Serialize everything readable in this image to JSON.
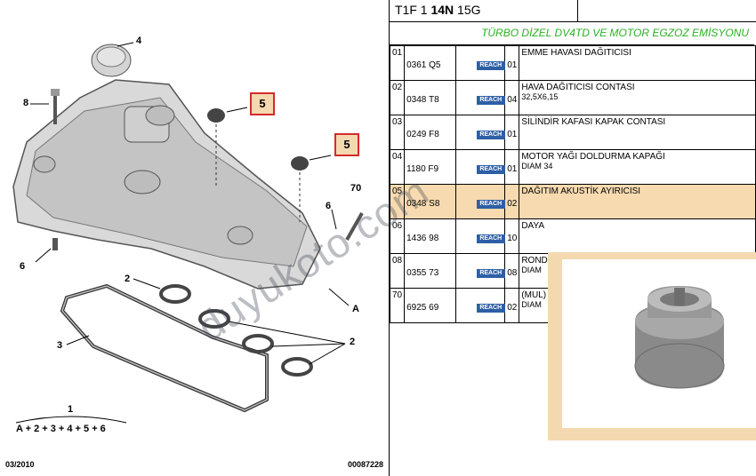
{
  "diagram": {
    "callouts": [
      "4",
      "8",
      "5",
      "5",
      "70",
      "6",
      "6",
      "2",
      "3",
      "A",
      "2"
    ],
    "assembly_formula_num": "1",
    "assembly_formula": "A + 2 + 3 + 4 + 5 + 6",
    "footer_date": "03/2010",
    "footer_ref": "00087228"
  },
  "header": {
    "code_prefix": "T1F 1 ",
    "code_bold": "14N",
    "code_suffix": " 15G"
  },
  "subtitle": "TÜRBO DİZEL DV4TD VE MOTOR EGZOZ EMİSYONU",
  "reach_label": "REACH",
  "parts": [
    {
      "no": "01",
      "ref": "0361 Q5",
      "qty": "01",
      "name": "EMME HAVASI DAĞITICISI",
      "spec": ""
    },
    {
      "no": "02",
      "ref": "0348 T8",
      "qty": "04",
      "name": "HAVA DAĞITICISI CONTASI",
      "spec": "32,5X6,15"
    },
    {
      "no": "03",
      "ref": "0249 F8",
      "qty": "01",
      "name": "SİLİNDİR KAFASI KAPAK CONTASI",
      "spec": ""
    },
    {
      "no": "04",
      "ref": "1180 F9",
      "qty": "01",
      "name": "MOTOR YAĞI DOLDURMA KAPAĞI",
      "spec": "DIAM 34"
    },
    {
      "no": "05",
      "ref": "0348 S8",
      "qty": "02",
      "name": "DAĞITIM AKUSTİK AYIRICISI",
      "spec": ""
    },
    {
      "no": "06",
      "ref": "1436 98",
      "qty": "10",
      "name": "DAYA",
      "spec": ""
    },
    {
      "no": "08",
      "ref": "0355 73",
      "qty": "08",
      "name": "ROND",
      "spec": "DIAM"
    },
    {
      "no": "70",
      "ref": "6925 69",
      "qty": "02",
      "name": "(MUL)",
      "spec": "DIAM"
    }
  ],
  "watermark": "duyukoto.com"
}
